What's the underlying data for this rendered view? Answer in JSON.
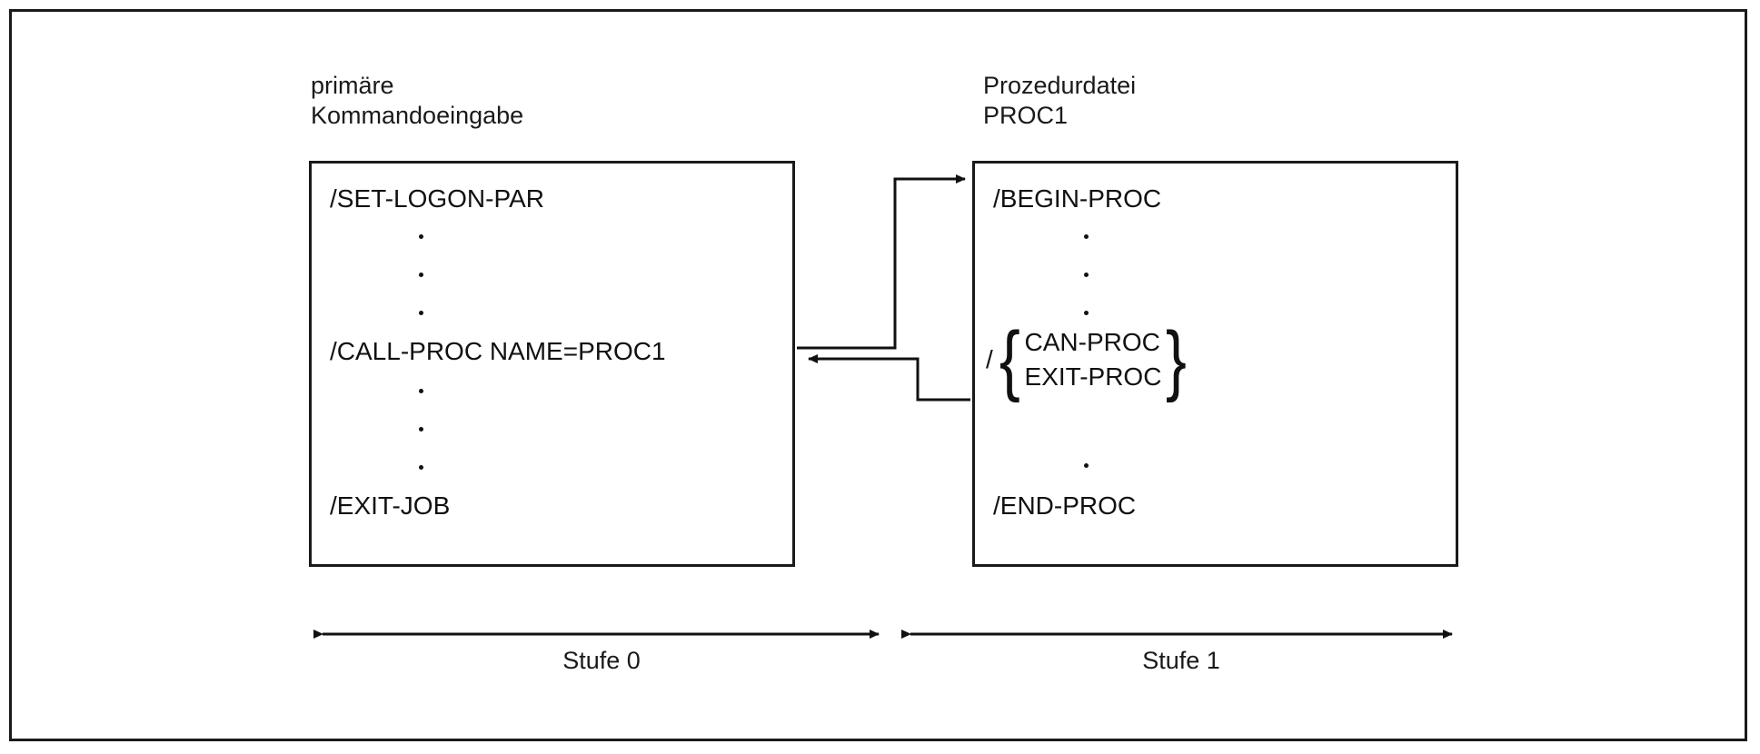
{
  "figure": {
    "type": "flow-diagram",
    "background_color": "#ffffff",
    "line_color": "#1a1a1a",
    "text_color": "#111111"
  },
  "captions": {
    "left": "primäre\nKommandoeingabe",
    "right": "Prozedurdatei\nPROC1"
  },
  "left_box": {
    "name": "primary-command-input-box",
    "lines": [
      "/SET-LOGON-PAR",
      ".",
      ".",
      ".",
      "/CALL-PROC NAME=PROC1",
      ".",
      ".",
      ".",
      "/EXIT-JOB"
    ],
    "commands": {
      "set_logon_par": "/SET-LOGON-PAR",
      "call_proc": "/CALL-PROC NAME=PROC1",
      "exit_job": "/EXIT-JOB"
    }
  },
  "right_box": {
    "name": "procedure-file-box",
    "lines": [
      "/BEGIN-PROC",
      ".",
      ".",
      ".",
      "/ { CAN-PROC | EXIT-PROC }",
      ".",
      "/END-PROC"
    ],
    "commands": {
      "begin_proc": "/BEGIN-PROC",
      "end_proc": "/END-PROC"
    },
    "alternatives": {
      "prefix": "/",
      "open_brace": "{",
      "close_brace": "}",
      "options": [
        "CAN-PROC",
        "EXIT-PROC"
      ]
    }
  },
  "connectors": [
    {
      "name": "call-connector",
      "from": "/CALL-PROC NAME=PROC1",
      "to": "/BEGIN-PROC",
      "direction": "left-to-right"
    },
    {
      "name": "return-connector",
      "from": "/ { CAN-PROC | EXIT-PROC }",
      "to": "/CALL-PROC NAME=PROC1",
      "direction": "right-to-left"
    }
  ],
  "levels": [
    {
      "name": "level-0",
      "label": "Stufe 0"
    },
    {
      "name": "level-1",
      "label": "Stufe 1"
    }
  ]
}
